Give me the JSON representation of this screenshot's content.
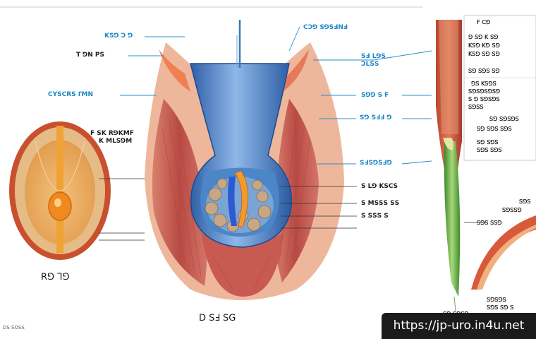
{
  "colors": {
    "tissue_outer": "#e7a384",
    "muscle": "#c4544c",
    "blue_canal": "#3f7dc0",
    "nucleus": "#f08a1c",
    "label_blue": "#1a86c6",
    "line_blue": "#2a8ccc",
    "green_strip": "#5aa83a"
  },
  "labels": {
    "top_center": "ꓚꓛꓨ ꓢꓨꓢꓞꓠꓞ",
    "left_1": "ꓗꓢꓨ ꓛ ꓨ",
    "left_2": "ꓔ ꓨꓠ ꓑꓢ",
    "left_3": "ꓚꓬꓢꓚꓣꓢ ꓩꓟꓠ",
    "left_seed_1": "ꓝ ꓢꓗ ꓣꓨꓗꓟꓝ",
    "left_seed_2": "ꓗ ꓟꓡꓢꓨꓟ",
    "right_1": "ꓢꓞ ꓡꓨꓢ",
    "right_1b": "ꓛꓡꓢꓢ",
    "right_2": "ꓢꓨꓨ ꓢ ꓝ",
    "right_3": "ꓢꓨ ꓢꓞꓞ ꓨ",
    "right_4": "ꓢꓞꓢꓨꓢꓞꓨ",
    "right_5": "ꓢ ꓡꓨ ꓗꓢꓚꓢ",
    "right_6": "ꓢ ꓟꓢꓢꓢ ꓢꓢ",
    "right_7": "ꓢ ꓢꓢꓢ ꓢ",
    "bottom_center": "ꓓ ꓢꓞ ꓢꓖ",
    "bottom_left": "ꓣꓨ ꓶꓨ",
    "bottom_small": "ꓓꓢ ꓢꓨꓢꓢ",
    "url": "https://jp-uro.in4u.net"
  },
  "right_panel": {
    "rows": [
      "ꓝ ꓚꓨ",
      "ꓨ ꓢꓨ ꓗ ꓢꓨ",
      "ꓗꓢꓨ ꓗꓨ ꓢꓨ",
      "ꓗꓢꓨ ꓢꓨ ꓢꓨ",
      "ꓢꓨ ꓢꓨꓢ ꓢꓨ",
      "ꓨꓢ ꓗꓢꓨꓢ",
      "ꓢꓨꓢꓨꓢꓨꓢꓨ",
      "ꓢ ꓨ ꓢꓨꓢꓨꓢ",
      "ꓢꓨꓢꓢ",
      "ꓢꓨ ꓢꓨꓢꓨꓢ",
      "ꓢꓨ ꓢꓨꓢ ꓢꓨꓢ",
      "ꓢꓨ ꓢꓨꓢ",
      "ꓢꓨꓢ ꓢꓨꓢ",
      "ꓢꓨꓢ",
      "ꓢꓨꓢꓢꓨ",
      "ꓢꓨꓢ ꓢꓢꓨ",
      "ꓢꓨꓢꓨꓢ",
      "ꓢꓨꓢ ꓢꓨ ꓢ",
      "ꓢꓨ ꓢꓨꓢꓨ"
    ]
  }
}
